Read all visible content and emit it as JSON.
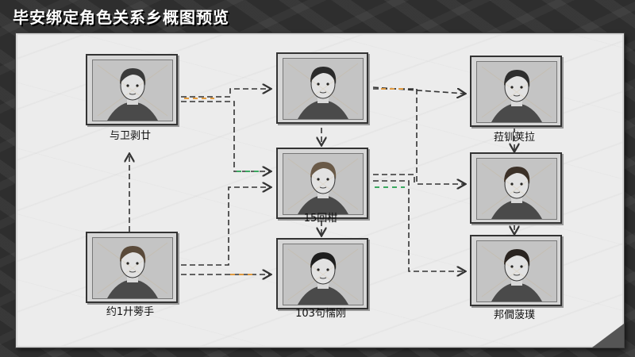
{
  "header": {
    "title": "毕安绑定角色关系乡概图预览"
  },
  "characters": [
    {
      "id": "c1",
      "name": "与卫剥廿",
      "accent": "#e0a030"
    },
    {
      "id": "c2",
      "name": "约1廾蒡手",
      "accent": "#5b86c9"
    },
    {
      "id": "c3",
      "name": "",
      "accent": "#5b86c9"
    },
    {
      "id": "c4",
      "name": "15回柑",
      "accent": "#3aa860"
    },
    {
      "id": "c5",
      "name": "103句懦刚",
      "accent": "#5b86c9"
    },
    {
      "id": "c6",
      "name": "菈钏荚拉",
      "accent": "#e08a30"
    },
    {
      "id": "c7",
      "name": "",
      "accent": "#3aa860"
    },
    {
      "id": "c8",
      "name": "邦僩菠璞",
      "accent": "#5b86c9"
    }
  ]
}
